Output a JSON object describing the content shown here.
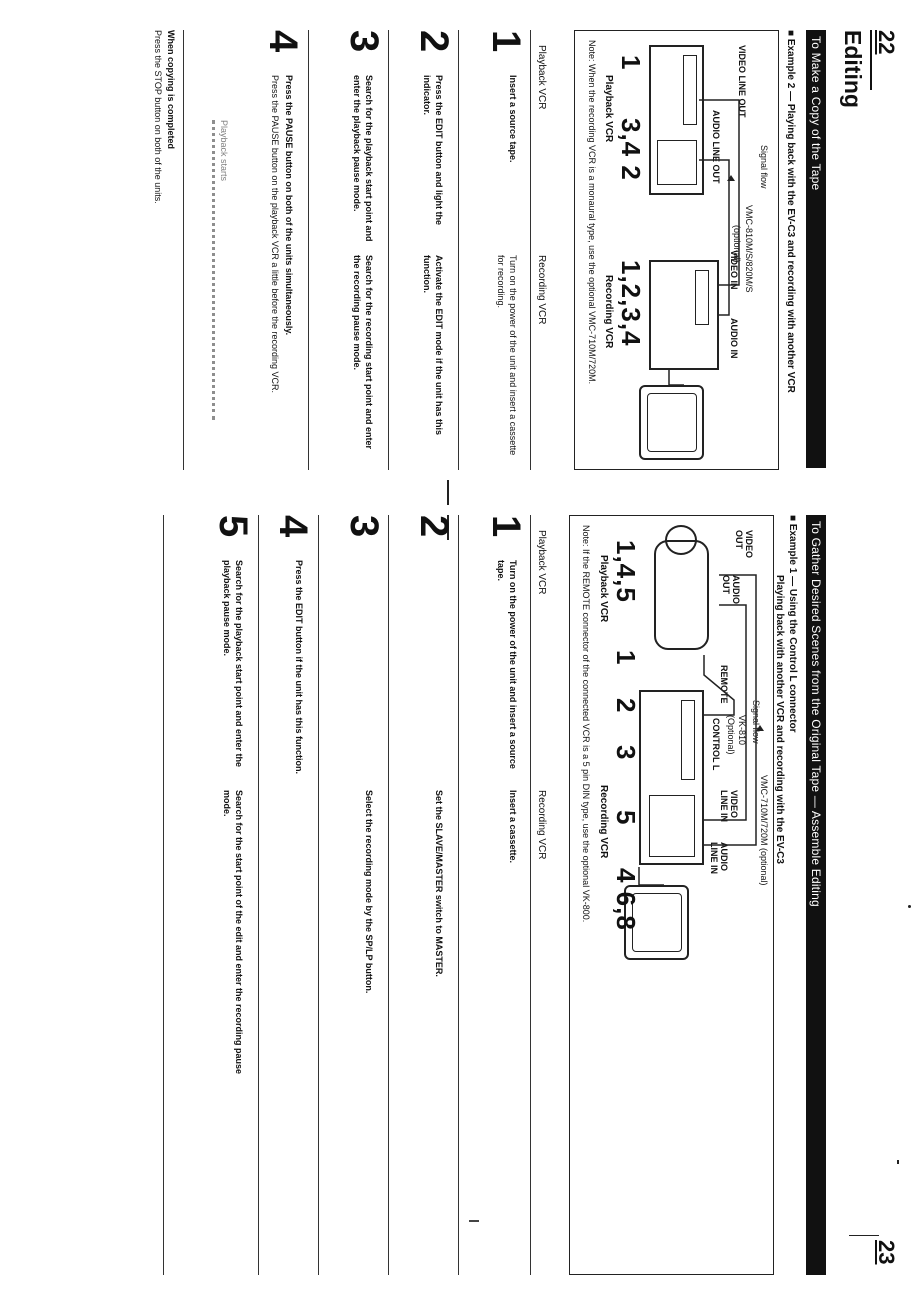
{
  "left_page": {
    "page_number": "22",
    "section_title": "Editing",
    "bar_title": "To Make a Copy of the Tape",
    "example_title": "Example 2 — Playing back with the EV-C3 and recording with another VCR",
    "diagram": {
      "signal_flow": "Signal flow",
      "cable_label": "VMC-810M/S/820M/S",
      "cable_optional": "(optional)",
      "video_line_out": "VIDEO LINE OUT",
      "audio_line_out": "AUDIO LINE OUT",
      "video_in": "VIDEO IN",
      "audio_in": "AUDIO IN",
      "playback_numbers_a": "1",
      "playback_numbers_b": "3,4 2",
      "recording_numbers": "1,2,3,4",
      "playback_vcr": "Playback VCR",
      "recording_vcr": "Recording VCR"
    },
    "note": "Note: When the recording VCR is a monaural type, use the optional VMC-710M/720M.",
    "col_playback": "Playback VCR",
    "col_recording": "Recording VCR",
    "steps": [
      {
        "n": "1",
        "playback": "Insert a source tape.",
        "recording": "Turn on the power of the unit and insert a cassette for recording."
      },
      {
        "n": "2",
        "playback": "Press the EDIT button and light the indicator.",
        "recording": "Activate the EDIT mode if the unit has this function."
      },
      {
        "n": "3",
        "playback": "Search for the playback start point and enter the playback pause mode.",
        "recording": "Search for the recording start point and enter the recording pause mode."
      },
      {
        "n": "4",
        "playback_bold": "Press the PAUSE button on both of the units simultaneously.",
        "playback": "Press the PAUSE button on the playback VCR a little before the recording VCR."
      }
    ],
    "timing_label_playback": "Playback starts",
    "after_title": "When copying is completed",
    "after_text": "Press the STOP button on both of the units."
  },
  "right_page": {
    "page_number": "23",
    "bar_title": "To Gather Desired Scenes from the Original Tape — Assemble Editing",
    "example_title_1": "Example 1 — Using the Control L connector",
    "example_title_2": "Playing back with another VCR and recording with the EV-C3",
    "diagram": {
      "signal_flow": "Signal flow",
      "cable_top": "VMC-710M/720M (optional)",
      "vk_label": "VK-810",
      "vk_optional": "(Optional)",
      "control_l": "CONTROL L",
      "remote": "REMOTE",
      "video_out": "VIDEO OUT",
      "audio_out": "AUDIO OUT",
      "video_line_in": "VIDEO LINE IN",
      "audio_line_in": "AUDIO LINE IN",
      "playback_numbers": "1,4,5",
      "rec_num_1": "1",
      "rec_num_2": "2",
      "rec_num_3": "3",
      "rec_num_5": "5",
      "rec_num_468": "4 6,8",
      "playback_vcr": "Playback VCR",
      "recording_vcr": "Recording VCR"
    },
    "note": "Note: If the REMOTE connector of the connected VCR is a 5 pin DIN type, use the optional VK-800.",
    "col_playback": "Playback VCR",
    "col_recording": "Recording VCR",
    "steps": [
      {
        "n": "1",
        "playback": "Turn on the power of the unit and insert a source tape.",
        "recording": "Insert a cassette."
      },
      {
        "n": "2",
        "playback": "",
        "recording": "Set the SLAVE/MASTER switch to MASTER."
      },
      {
        "n": "3",
        "playback": "",
        "recording": "Select the recording mode by the SP/LP button."
      },
      {
        "n": "4",
        "playback": "Press the EDIT button if the unit has this function.",
        "recording": ""
      },
      {
        "n": "5",
        "playback": "Search for the playback start point and enter the playback pause mode.",
        "recording": "Search for the start point of the edit and enter the recording pause mode."
      }
    ]
  }
}
